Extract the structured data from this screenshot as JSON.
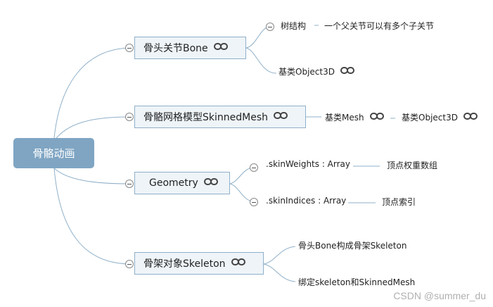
{
  "root": {
    "label": "骨骼动画"
  },
  "branches": {
    "bone": {
      "label": "骨头关节Bone"
    },
    "skinned_mesh": {
      "label": "骨骼网格模型SkinnedMesh"
    },
    "geometry": {
      "label": "Geometry"
    },
    "skeleton": {
      "label": "骨架对象Skeleton"
    }
  },
  "leaves": {
    "tree": "树结构",
    "tree_note": "一个父关节可以有多个子关节",
    "bone_base": "基类Object3D",
    "mesh_base": "基类Mesh",
    "mesh_base_base": "基类Object3D",
    "skin_weights": ".skinWeights : Array",
    "skin_weights_note": "顶点权重数组",
    "skin_indices": ".skinIndices : Array",
    "skin_indices_note": "顶点索引",
    "skeleton_bones": "骨头Bone构成骨架Skeleton",
    "skeleton_bind": "绑定skeleton和SkinnedMesh"
  },
  "watermark": "CSDN @summer_du",
  "colors": {
    "root_fill": "#7fa5c3",
    "box_fill": "#eef4f8",
    "box_border": "#8fb0c9",
    "line": "#8fb0c9"
  },
  "icons": {
    "link": "chain-link-icon",
    "collapse": "collapse-minus-icon"
  }
}
